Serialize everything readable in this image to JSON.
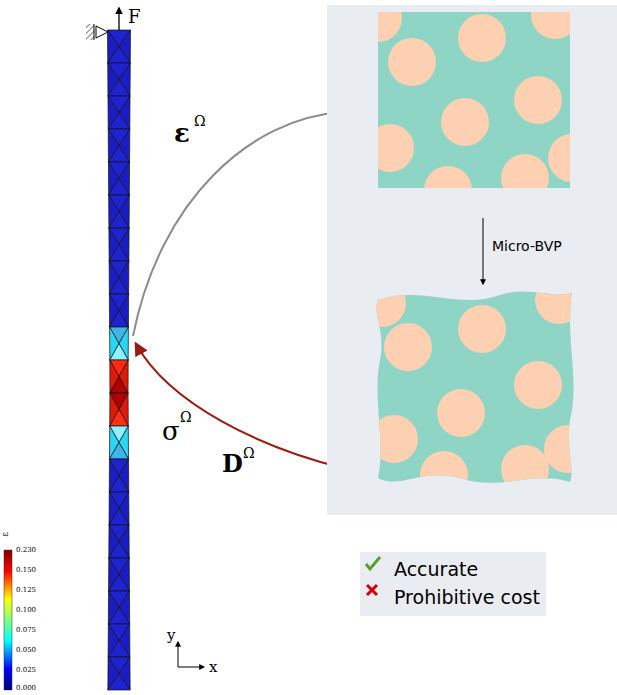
{
  "diagram": {
    "nodes": [
      {
        "text": [
          "Micro-BVP"
        ]
      },
      {
        "text": [
          "Accurate",
          "Prohibitive cost"
        ]
      }
    ],
    "labels": [
      "F",
      "ε",
      "Ω",
      "σ",
      "Ω",
      "D",
      "Ω",
      "ε",
      "0.230",
      "0.150",
      "0.125",
      "0.100",
      "0.075",
      "0.050",
      "0.025",
      "0.000",
      "y",
      "x"
    ]
  }
}
